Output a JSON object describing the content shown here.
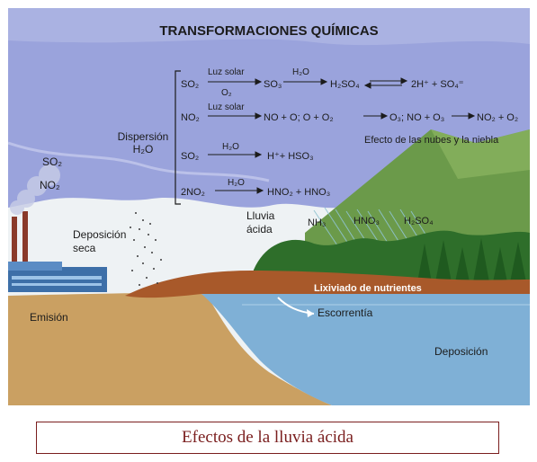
{
  "figure": {
    "title": "TRANSFORMACIONES QUÍMICAS",
    "reactions": {
      "r1": {
        "a": "SO₂",
        "over": "Luz solar",
        "under": "O₂",
        "b": "SO₃",
        "over2": "H₂O",
        "c": "H₂SO₄",
        "d": "2H⁺ + SO₄⁼"
      },
      "r2": {
        "a": "NO₂",
        "over": "Luz solar",
        "b": "NO + O; O + O₂",
        "c": "O₃; NO + O₃",
        "d": "NO₂ + O₂"
      },
      "r3": {
        "a": "SO₂",
        "over": "H₂O",
        "b": "H⁺+ HSO₃"
      },
      "r4": {
        "a": "2NO₂",
        "over": "H₂O",
        "b": "HNO₂ + HNO₃"
      }
    },
    "labels": {
      "dispersion": "Dispersión",
      "dispersion_h2o": "H₂O",
      "clouds_effect": "Efecto de las nubes y la niebla",
      "so2": "SO₂",
      "no2": "NO₂",
      "deposicion_seca_1": "Deposición",
      "deposicion_seca_2": "seca",
      "lluvia_acida_1": "Lluvia",
      "lluvia_acida_2": "ácida",
      "nh3": "NH₃",
      "hno3": "HNO₃",
      "h2so4": "H₂SO₄",
      "lixiviado": "Lixiviado de nutrientes",
      "escorrentia": "Escorrentía",
      "emision": "Emisión",
      "deposicion": "Deposición"
    },
    "colors": {
      "cloud": "#9aa3dc",
      "sky": "#eef2f4",
      "water": "#7fb0d6",
      "sand": "#caa062",
      "soil": "#a8592a",
      "hill": "#6b9a4a",
      "forest": "#2e6e2a"
    }
  },
  "caption": "Efectos de la lluvia ácida"
}
